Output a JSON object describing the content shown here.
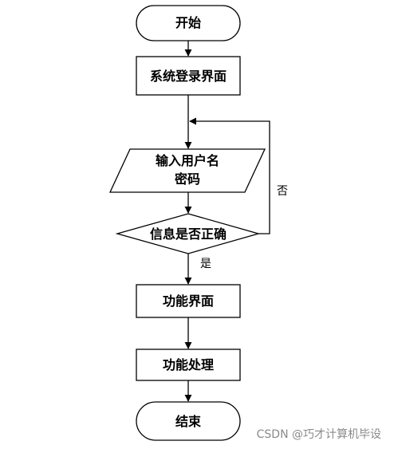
{
  "nodes": {
    "start": "开始",
    "login": "系统登录界面",
    "input_line1": "输入用户名",
    "input_line2": "密码",
    "decision": "信息是否正确",
    "function_ui": "功能界面",
    "function_process": "功能处理",
    "end": "结束"
  },
  "edges": {
    "no": "否",
    "yes": "是"
  },
  "watermark": "CSDN @巧才计算机毕设"
}
